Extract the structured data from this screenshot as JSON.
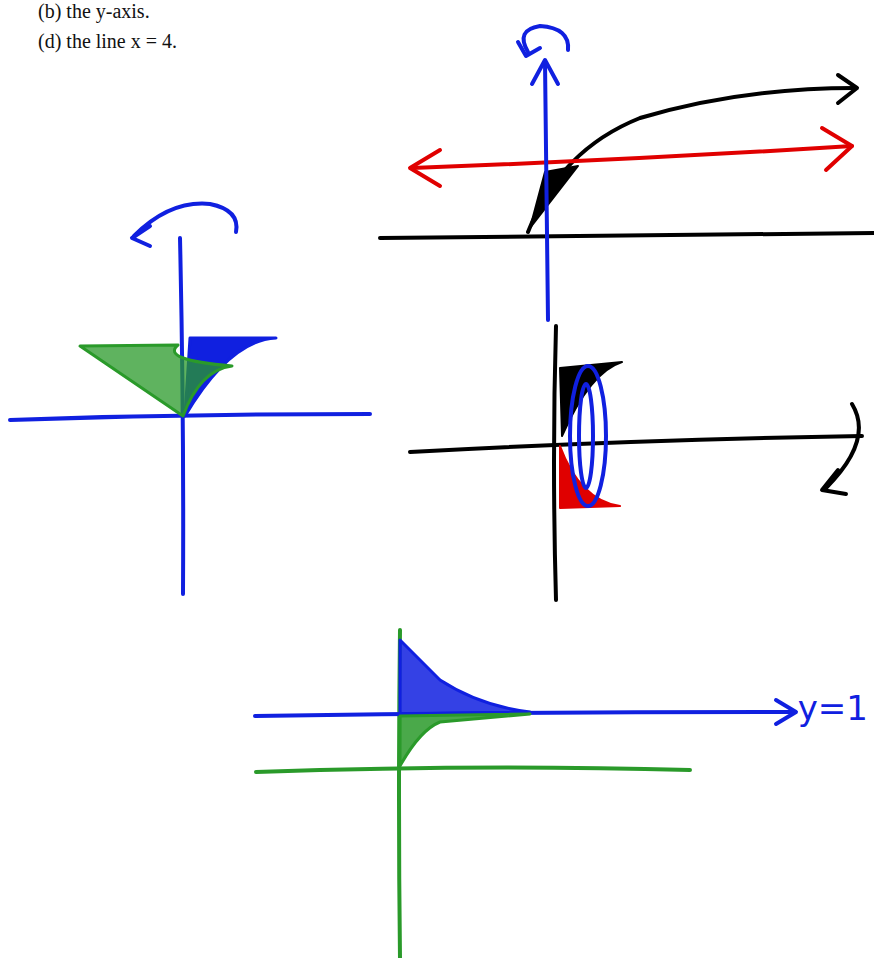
{
  "diagram": {
    "labels": [
      "(b) the y-axis.",
      "(d) the line x = 4.",
      "y=1"
    ]
  }
}
